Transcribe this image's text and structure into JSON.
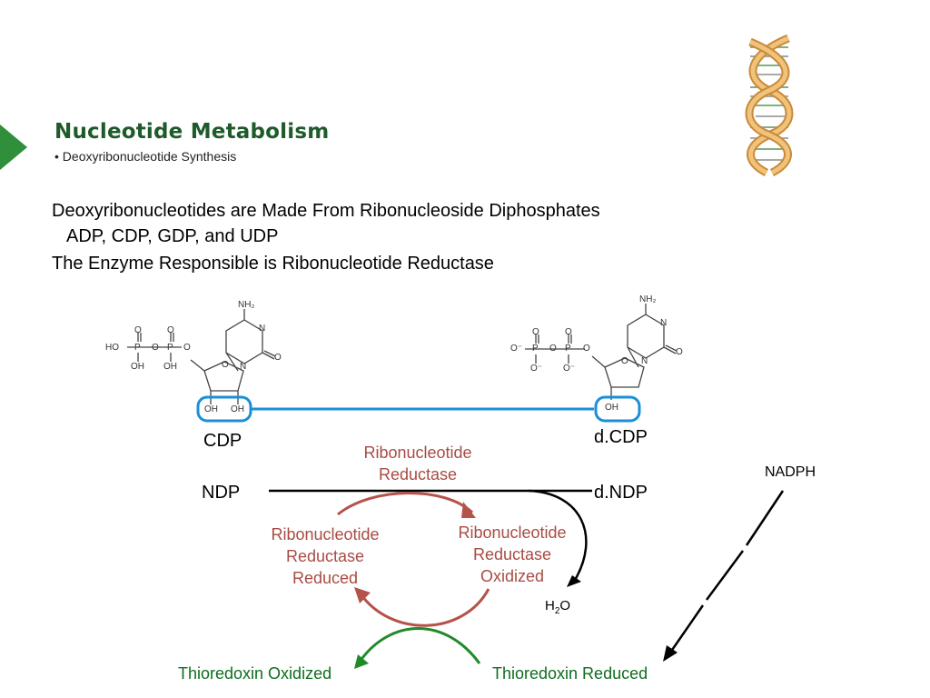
{
  "header": {
    "title": "Nucleotide Metabolism",
    "subtitle": "• Deoxyribonucleotide Synthesis"
  },
  "intro": {
    "line1": "Deoxyribonucleotides are Made From Ribonucleoside Diphosphates",
    "line2": "ADP, CDP, GDP, and UDP",
    "line3": "The Enzyme Responsible is Ribonucleotide Reductase"
  },
  "diagram": {
    "substrate_label": "CDP",
    "product_label": "d.CDP",
    "generic_substrate_label": "NDP",
    "generic_product_label": "d.NDP",
    "enzyme_label": [
      "Ribonucleotide",
      "Reductase"
    ],
    "enzyme_reduced_label": [
      "Ribonucleotide",
      "Reductase",
      "Reduced"
    ],
    "enzyme_oxidized_label": [
      "Ribonucleotide",
      "Reductase",
      "Oxidized"
    ],
    "water_label": "H",
    "water_sub": "2",
    "water_o": "O",
    "nadph_label": "NADPH",
    "thioredoxin_oxidized_label": "Thioredoxin Oxidized",
    "thioredoxin_reduced_label": "Thioredoxin Reduced",
    "cdp_atoms": {
      "nh2": "NH₂",
      "ho": "HO",
      "p": "P",
      "o": "O",
      "oh": "OH",
      "n": "N",
      "ring_o": "O"
    },
    "dcdp_atoms": {
      "nh2": "NH₂",
      "o_minus": "O⁻",
      "p": "P",
      "o": "O",
      "oh": "OH",
      "n": "N"
    },
    "colors": {
      "title_green": "#1f5a2b",
      "enzyme_red": "#a84c44",
      "thioredoxin_green": "#0f6d1f",
      "highlight_blue": "#1a8fd8",
      "dna_gold": "#d9a45a"
    }
  }
}
